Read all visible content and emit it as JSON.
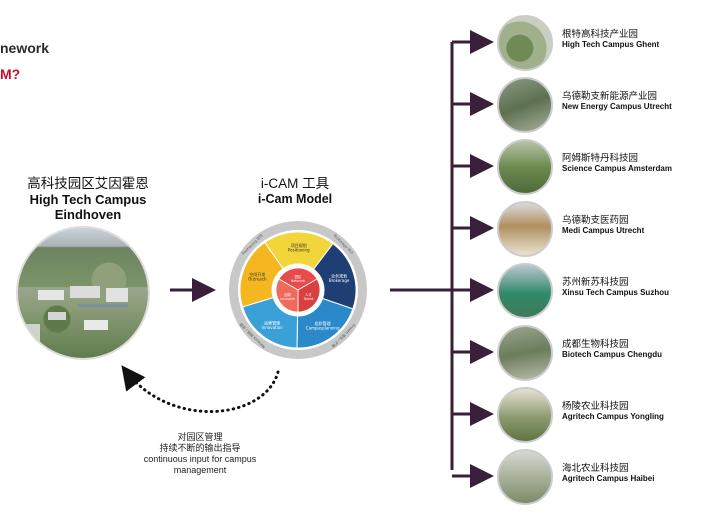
{
  "header": {
    "fragment_line1": "nework",
    "fragment_line2": "M?"
  },
  "hq": {
    "name_cn": "高科技园区艾因霍恩",
    "name_en_line1": "High Tech Campus",
    "name_en_line2": "Eindhoven"
  },
  "model": {
    "title_cn": "i-CAM 工具",
    "title_en": "i-Cam Model",
    "wheel": {
      "segments": [
        {
          "label_cn": "项目规划",
          "label_en": "Positioning",
          "color": "#f2d53a"
        },
        {
          "label_cn": "业务规划",
          "label_en": "Brokerage",
          "color": "#1e3f73"
        },
        {
          "label_cn": "组织管理",
          "label_en": "Campusplanning",
          "color": "#2b88c9"
        },
        {
          "label_cn": "运营管理",
          "label_en": "Innovation",
          "color": "#3aa0d8"
        },
        {
          "label_cn": "空间开发",
          "label_en": "Outreach",
          "color": "#f5b720"
        }
      ],
      "inner": [
        {
          "label_cn": "园区",
          "label_en": "Network",
          "color": "#e84b4b"
        },
        {
          "label_cn": "人才",
          "label_en": "Talent",
          "color": "#d94040"
        },
        {
          "label_cn": "创新",
          "label_en": "Innovate",
          "color": "#ef6a5a"
        }
      ],
      "ring_labels": [
        "Positioning 定位",
        "Brokerage 中介",
        "Growth 增长 / 扩展",
        "Network 网络 / 运营"
      ]
    }
  },
  "feedback": {
    "line1": "对园区管理",
    "line2": "持续不断的输出指导",
    "line3": "continuous input for campus",
    "line4": "management"
  },
  "campuses": [
    {
      "cn": "根特高科技产业园",
      "en": "High Tech Campus Ghent"
    },
    {
      "cn": "乌德勒支新能源产业园",
      "en": "New Energy Campus Utrecht"
    },
    {
      "cn": "阿姆斯特丹科技园",
      "en": "Science Campus Amsterdam"
    },
    {
      "cn": "乌德勒支医药园",
      "en": "Medi Campus Utrecht"
    },
    {
      "cn": "苏州新苏科技园",
      "en": "Xinsu Tech Campus Suzhou"
    },
    {
      "cn": "成都生物科技园",
      "en": "Biotech Campus Chengdu"
    },
    {
      "cn": "杨陵农业科技园",
      "en": "Agritech Campus Yongling"
    },
    {
      "cn": "海北农业科技园",
      "en": "Agritech Campus Haibei"
    }
  ],
  "colors": {
    "arrow": "#3a1f3a",
    "accent_red": "#c8102e"
  }
}
